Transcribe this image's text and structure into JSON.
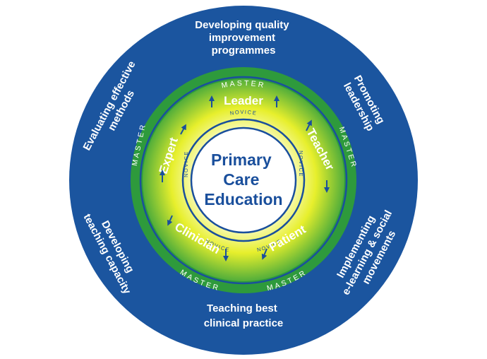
{
  "center": {
    "lines": [
      "Primary",
      "Care",
      "Education"
    ]
  },
  "roles": [
    {
      "key": "leader",
      "label": "Leader"
    },
    {
      "key": "teacher",
      "label": "Teacher"
    },
    {
      "key": "patient",
      "label": "Patient"
    },
    {
      "key": "clinician",
      "label": "Clinician"
    },
    {
      "key": "expert",
      "label": "Expert"
    }
  ],
  "ring": {
    "master": "MASTER",
    "novice": "NOVICE"
  },
  "outer": [
    {
      "key": "quality",
      "lines": [
        "Developing quality",
        "improvement",
        "programmes"
      ]
    },
    {
      "key": "leadership",
      "lines": [
        "Promoting",
        "leadership"
      ]
    },
    {
      "key": "elearning",
      "lines": [
        "Implementing",
        "e-learning & social",
        "movements"
      ]
    },
    {
      "key": "clinical",
      "lines": [
        "Teaching best",
        "clinical practice"
      ]
    },
    {
      "key": "capacity",
      "lines": [
        "Developing",
        "teaching capacity"
      ]
    },
    {
      "key": "methods",
      "lines": [
        "Evaluating effective",
        "methods"
      ]
    }
  ],
  "colors": {
    "outer_ring": "#1b559f",
    "green_ring": "#2e9a3c",
    "inner_gradient_outer": "#4fae3a",
    "inner_gradient_mid": "#e7ef2c",
    "line": "#1a4f9c",
    "text": "#ffffff"
  }
}
